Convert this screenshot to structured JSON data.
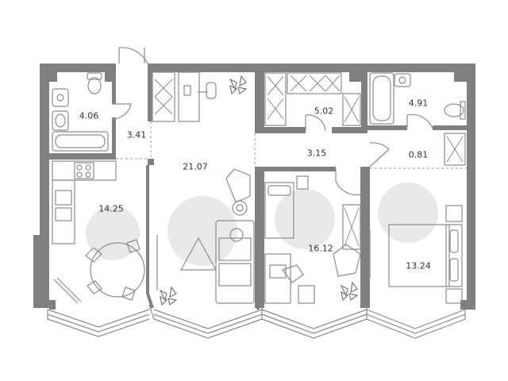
{
  "plan": {
    "colors": {
      "wall": "#808080",
      "furniture": "#8c8c8c",
      "zone": "#e9e9e9",
      "text": "#333333"
    },
    "rooms": [
      {
        "id": "bathroom-1",
        "area": "4.06"
      },
      {
        "id": "hall-1",
        "area": "3.41"
      },
      {
        "id": "living-room",
        "area": "21.07"
      },
      {
        "id": "wardrobe",
        "area": "5.02"
      },
      {
        "id": "bathroom-2",
        "area": "4.91"
      },
      {
        "id": "corridor",
        "area": "3.15"
      },
      {
        "id": "storage",
        "area": "0.81"
      },
      {
        "id": "kitchen",
        "area": "14.25"
      },
      {
        "id": "bedroom-1",
        "area": "16.12"
      },
      {
        "id": "bedroom-2",
        "area": "13.24"
      }
    ]
  }
}
